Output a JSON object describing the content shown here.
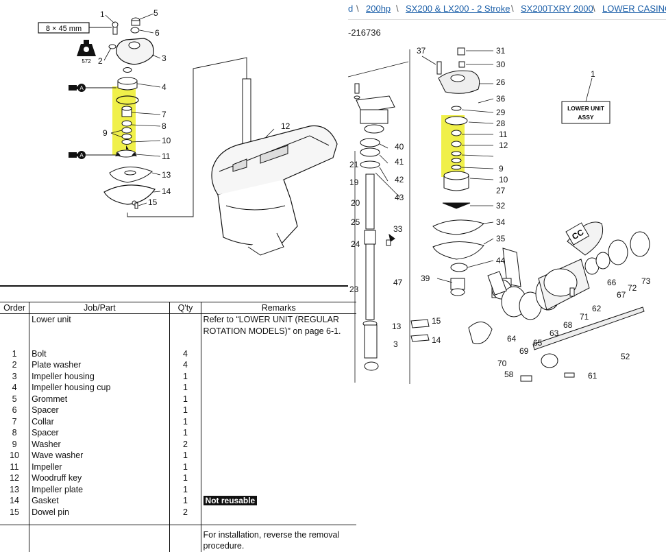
{
  "breadcrumb": {
    "items": [
      "200hp",
      "SX200 & LX200 - 2 Stroke",
      "SX200TXRY 2000",
      "LOWER CASING"
    ],
    "lead_fragment": "d"
  },
  "part_number": "-216736",
  "left_diagram": {
    "bolt_spec": "8 × 45 mm",
    "sealant_label": "572",
    "callouts": [
      "1",
      "2",
      "3",
      "4",
      "5",
      "6",
      "7",
      "8",
      "9",
      "10",
      "11",
      "12",
      "13",
      "14",
      "15"
    ]
  },
  "right_diagram": {
    "lower_unit_label_line1": "LOWER UNIT",
    "lower_unit_label_line2": "ASSY",
    "callouts": [
      "1",
      "3",
      "9",
      "10",
      "11",
      "12",
      "13",
      "14",
      "15",
      "19",
      "20",
      "21",
      "23",
      "24",
      "25",
      "26",
      "27",
      "28",
      "29",
      "30",
      "31",
      "32",
      "33",
      "34",
      "35",
      "36",
      "37",
      "39",
      "40",
      "41",
      "42",
      "43",
      "44",
      "47",
      "52",
      "58",
      "61",
      "62",
      "63",
      "64",
      "65",
      "66",
      "67",
      "68",
      "69",
      "70",
      "71",
      "72",
      "73"
    ]
  },
  "highlight_color": "#f0f04a",
  "table": {
    "headers": {
      "order": "Order",
      "job": "Job/Part",
      "qty": "Q'ty",
      "remarks": "Remarks"
    },
    "rows": [
      {
        "order": "",
        "job": "Lower unit",
        "qty": "",
        "remarks": "Refer to “LOWER UNIT (REGULAR"
      },
      {
        "order": "",
        "job": "",
        "qty": "",
        "remarks": "ROTATION MODELS)” on page 6-1."
      },
      {
        "order": "",
        "job": "",
        "qty": "",
        "remarks": ""
      },
      {
        "order": "1",
        "job": "Bolt",
        "qty": "4",
        "remarks": ""
      },
      {
        "order": "2",
        "job": "Plate washer",
        "qty": "4",
        "remarks": ""
      },
      {
        "order": "3",
        "job": "Impeller housing",
        "qty": "1",
        "remarks": ""
      },
      {
        "order": "4",
        "job": "Impeller housing cup",
        "qty": "1",
        "remarks": ""
      },
      {
        "order": "5",
        "job": "Grommet",
        "qty": "1",
        "remarks": ""
      },
      {
        "order": "6",
        "job": "Spacer",
        "qty": "1",
        "remarks": ""
      },
      {
        "order": "7",
        "job": "Collar",
        "qty": "1",
        "remarks": ""
      },
      {
        "order": "8",
        "job": "Spacer",
        "qty": "1",
        "remarks": ""
      },
      {
        "order": "9",
        "job": "Washer",
        "qty": "2",
        "remarks": ""
      },
      {
        "order": "10",
        "job": "Wave washer",
        "qty": "1",
        "remarks": ""
      },
      {
        "order": "11",
        "job": "Impeller",
        "qty": "1",
        "remarks": ""
      },
      {
        "order": "12",
        "job": "Woodruff key",
        "qty": "1",
        "remarks": ""
      },
      {
        "order": "13",
        "job": "Impeller plate",
        "qty": "1",
        "remarks": ""
      },
      {
        "order": "14",
        "job": "Gasket",
        "qty": "1",
        "remarks": "Not reusable"
      },
      {
        "order": "15",
        "job": "Dowel pin",
        "qty": "2",
        "remarks": ""
      },
      {
        "order": "",
        "job": "",
        "qty": "",
        "remarks": ""
      },
      {
        "order": "",
        "job": "",
        "qty": "",
        "remarks": "For installation, reverse the removal"
      },
      {
        "order": "",
        "job": "",
        "qty": "",
        "remarks": "procedure."
      }
    ]
  }
}
